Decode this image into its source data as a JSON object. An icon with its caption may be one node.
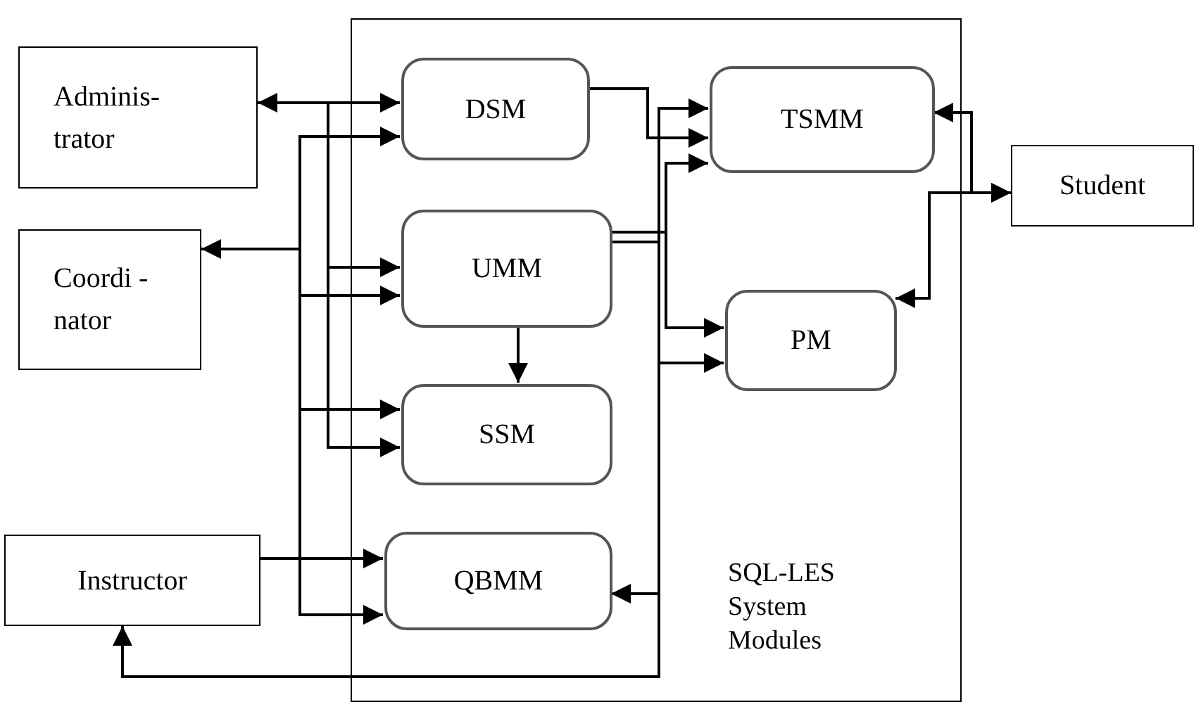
{
  "diagram": {
    "nodes": [
      {
        "text": [
          "Adminis- trator"
        ]
      },
      {
        "text": [
          "SQL-LES System Modules"
        ]
      },
      {
        "text": [
          "DSM"
        ],
        "in": 1
      },
      {
        "text": [
          "TSMM"
        ],
        "in": 1
      },
      {
        "text": [
          "Student"
        ]
      },
      {
        "text": [
          "Coordi -nator"
        ]
      },
      {
        "text": [
          "UMM"
        ],
        "in": 1
      },
      {
        "text": [
          "PM"
        ],
        "in": 1
      },
      {
        "text": [
          "SSM"
        ],
        "in": 1
      },
      {
        "text": [
          "Instructor"
        ]
      },
      {
        "text": [
          "QBMM"
        ],
        "in": 1
      }
    ],
    "edges": [
      {
        "from": 0,
        "to": 2,
        "arrow": "both"
      },
      {
        "from": 0,
        "to": 6,
        "arrow": "to"
      },
      {
        "from": 0,
        "to": 8,
        "arrow": "to"
      },
      {
        "from": 5,
        "to": 2,
        "arrow": "both"
      },
      {
        "from": 5,
        "to": 6,
        "arrow": "to"
      },
      {
        "from": 5,
        "to": 8,
        "arrow": "to"
      },
      {
        "from": 5,
        "to": 10,
        "arrow": "to"
      },
      {
        "from": 9,
        "to": 10,
        "arrow": "to"
      },
      {
        "from": 6,
        "to": 8,
        "arrow": "to"
      },
      {
        "from": 2,
        "to": 3,
        "arrow": "to"
      },
      {
        "from": 6,
        "to": 3,
        "arrow": "to"
      },
      {
        "from": 6,
        "to": 3,
        "arrow": "to"
      },
      {
        "from": 6,
        "to": 7,
        "arrow": "to"
      },
      {
        "from": 6,
        "to": 7,
        "arrow": "to"
      },
      {
        "from": 6,
        "to": 10,
        "arrow": "to"
      },
      {
        "from": 6,
        "to": 9,
        "arrow": "to"
      },
      {
        "from": 3,
        "to": 4,
        "arrow": "both"
      },
      {
        "from": 7,
        "to": 4,
        "arrow": "both"
      }
    ]
  }
}
